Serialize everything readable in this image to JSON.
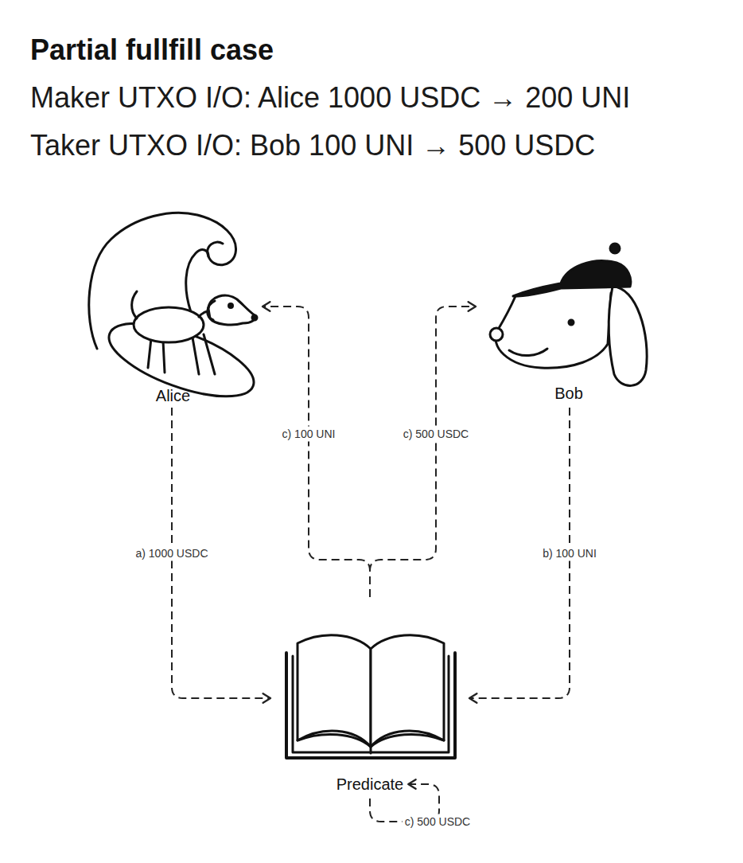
{
  "diagram": {
    "title": "Partial fullfill case",
    "nodes": [
      {
        "text": [
          "Alice"
        ]
      },
      {
        "text": [
          "Bob"
        ]
      },
      {
        "text": [
          "Predicate"
        ]
      }
    ],
    "edges": [
      {
        "from": 0,
        "to": 2,
        "arrow": "to",
        "label": "a) 1000 USDC"
      },
      {
        "from": 1,
        "to": 2,
        "arrow": "to",
        "label": "b) 100 UNI"
      },
      {
        "from": 2,
        "to": 0,
        "arrow": "to",
        "label": "c) 100 UNI"
      },
      {
        "from": 2,
        "to": 1,
        "arrow": "to",
        "label": "c) 500 USDC"
      },
      {
        "from": 2,
        "to": 2,
        "arrow": "to",
        "label": "c) 500 USDC"
      }
    ],
    "labels": [
      "Maker UTXO I/O: Alice 1000 USDC → 200 UNI",
      "Taker UTXO I/O: Bob 100 UNI → 500 USDC"
    ]
  }
}
